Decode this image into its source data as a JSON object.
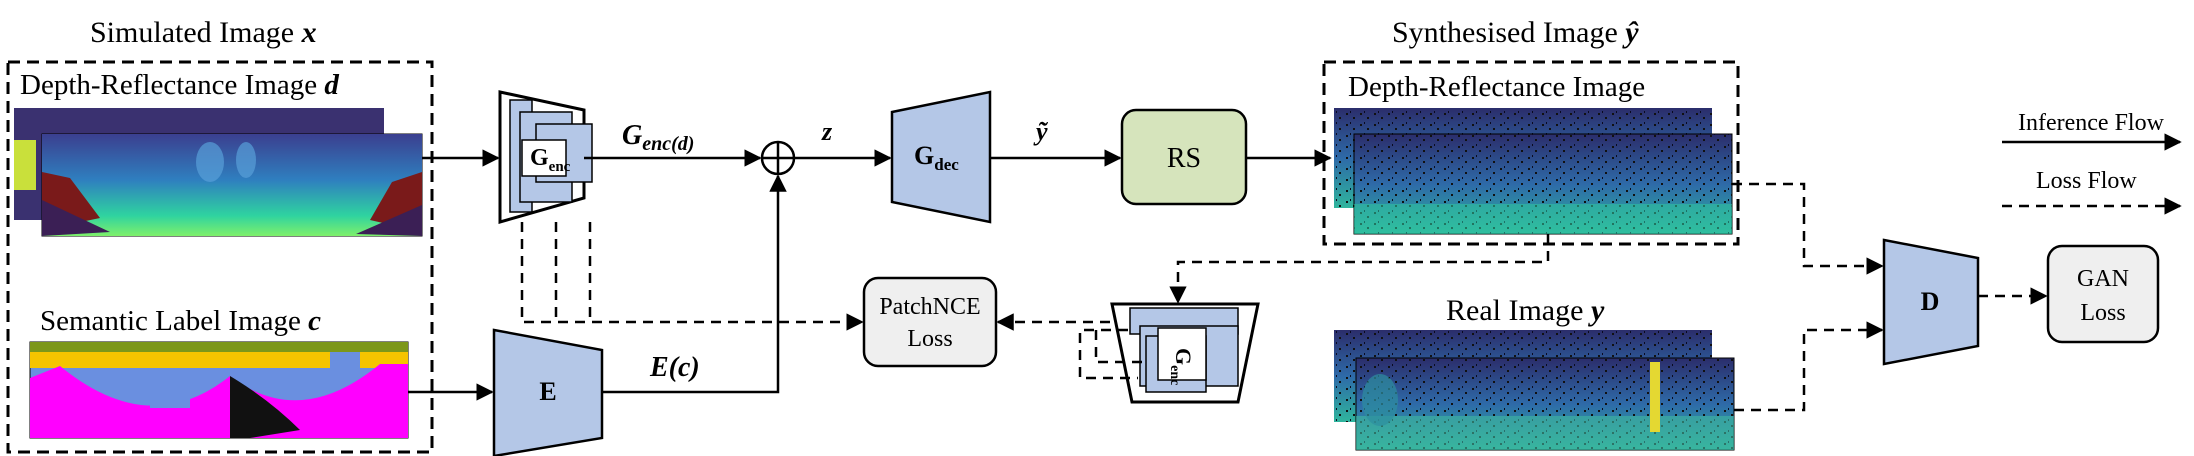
{
  "titles": {
    "simulated": "Simulated Image",
    "simulated_var": "x",
    "synthesised": "Synthesised Image",
    "synthesised_var": "ŷ",
    "real": "Real Image",
    "real_var": "y"
  },
  "inputs": {
    "depth_reflectance": "Depth-Reflectance Image",
    "depth_var": "d",
    "semantic": "Semantic Label Image",
    "semantic_var": "c",
    "synth_depth_reflectance": "Depth-Reflectance Image"
  },
  "blocks": {
    "genc_main": "G",
    "genc_sub": "enc",
    "gdec_main": "G",
    "gdec_sub": "dec",
    "rs": "RS",
    "e": "E",
    "d": "D",
    "patchnce_line1": "PatchNCE",
    "patchnce_line2": "Loss",
    "gan_line1": "GAN",
    "gan_line2": "Loss"
  },
  "edge_labels": {
    "genc_out": "G",
    "genc_out_sub": "enc(d)",
    "z": "z",
    "y_tilde": "ỹ",
    "e_out": "E(c)"
  },
  "legend": {
    "inference": "Inference Flow",
    "loss": "Loss Flow"
  },
  "colors": {
    "block_blue": "#b4c7e7",
    "rs_green": "#d6e4bc",
    "loss_gray": "#efefef",
    "depth_bg": "#2c3e78",
    "semantic_magenta": "#ff00ff"
  }
}
